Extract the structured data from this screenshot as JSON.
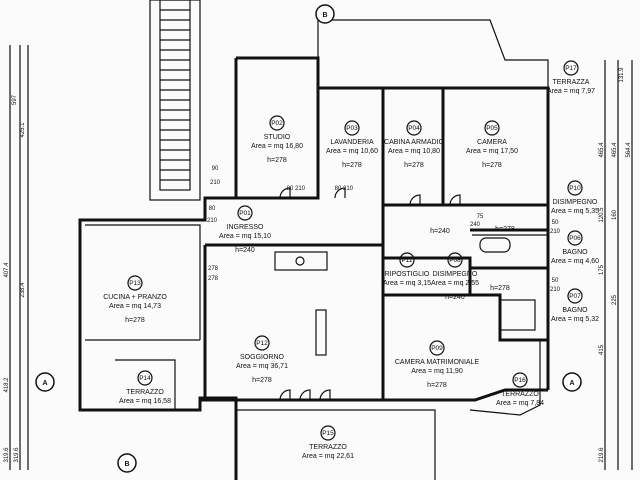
{
  "rooms": [
    {
      "id": "P02",
      "name": "STUDIO",
      "area": "Area = mq 16,80",
      "height": "h=278"
    },
    {
      "id": "P03",
      "name": "LAVANDERIA",
      "area": "Area = mq 10,60",
      "height": "h=278"
    },
    {
      "id": "P04",
      "name": "CABINA ARMADIO",
      "area": "Area = mq 10,80",
      "height": "h=278"
    },
    {
      "id": "P05",
      "name": "CAMERA",
      "area": "Area = mq 17,50",
      "height": "h=278"
    },
    {
      "id": "P01",
      "name": "INGRESSO",
      "area": "Area = mq 15,10",
      "height": "h=240"
    },
    {
      "id": "P11",
      "name": "RIPOSTIGLIO",
      "area": "Area = mq 3,15",
      "height": ""
    },
    {
      "id": "P08",
      "name": "DISIMPEGNO",
      "area": "Area = mq 2,55",
      "height": "h=240"
    },
    {
      "id": "P13",
      "name": "CUCINA + PRANZO",
      "area": "Area = mq 14,73",
      "height": "h=278"
    },
    {
      "id": "P12",
      "name": "SOGGIORNO",
      "area": "Area = mq 36,71",
      "height": "h=278"
    },
    {
      "id": "P09",
      "name": "CAMERA MATRIMONIALE",
      "area": "Area = mq 11,90",
      "height": "h=278"
    },
    {
      "id": "P14",
      "name": "TERRAZZO",
      "area": "Area = mq 16,58",
      "height": ""
    },
    {
      "id": "P15",
      "name": "TERRAZZO",
      "area": "Area = mq 22,61",
      "height": ""
    },
    {
      "id": "P16",
      "name": "TERRAZZO",
      "area": "Area = mq 7,84",
      "height": ""
    },
    {
      "id": "P17",
      "name": "TERRAZZA",
      "area": "Area = mq 7,97",
      "height": ""
    },
    {
      "id": "P10",
      "name": "DISIMPEGNO",
      "area": "Area = mq 5,35",
      "height": ""
    },
    {
      "id": "P06",
      "name": "BAGNO",
      "area": "Area = mq 4,60",
      "height": ""
    },
    {
      "id": "P07",
      "name": "BAGNO",
      "area": "Area = mq 5,32",
      "height": ""
    }
  ],
  "corridor_height": "h=240",
  "bath_heights": [
    "h=278",
    "h=278"
  ],
  "door_labels": [
    "90",
    "210",
    "80",
    "210",
    "80",
    "210",
    "80",
    "210",
    "75",
    "240",
    "50",
    "210",
    "50",
    "210",
    "278",
    "278"
  ],
  "dimensions_right": [
    "131.9",
    "465.4",
    "465.4",
    "564.4",
    "120.5",
    "160",
    "175",
    "225",
    "415",
    "219.6"
  ],
  "dimensions_left": [
    "597",
    "425.1",
    "407.4",
    "238.4",
    "418.2",
    "319.6",
    "319.6"
  ],
  "section_markers": [
    "A",
    "A",
    "B",
    "B"
  ]
}
